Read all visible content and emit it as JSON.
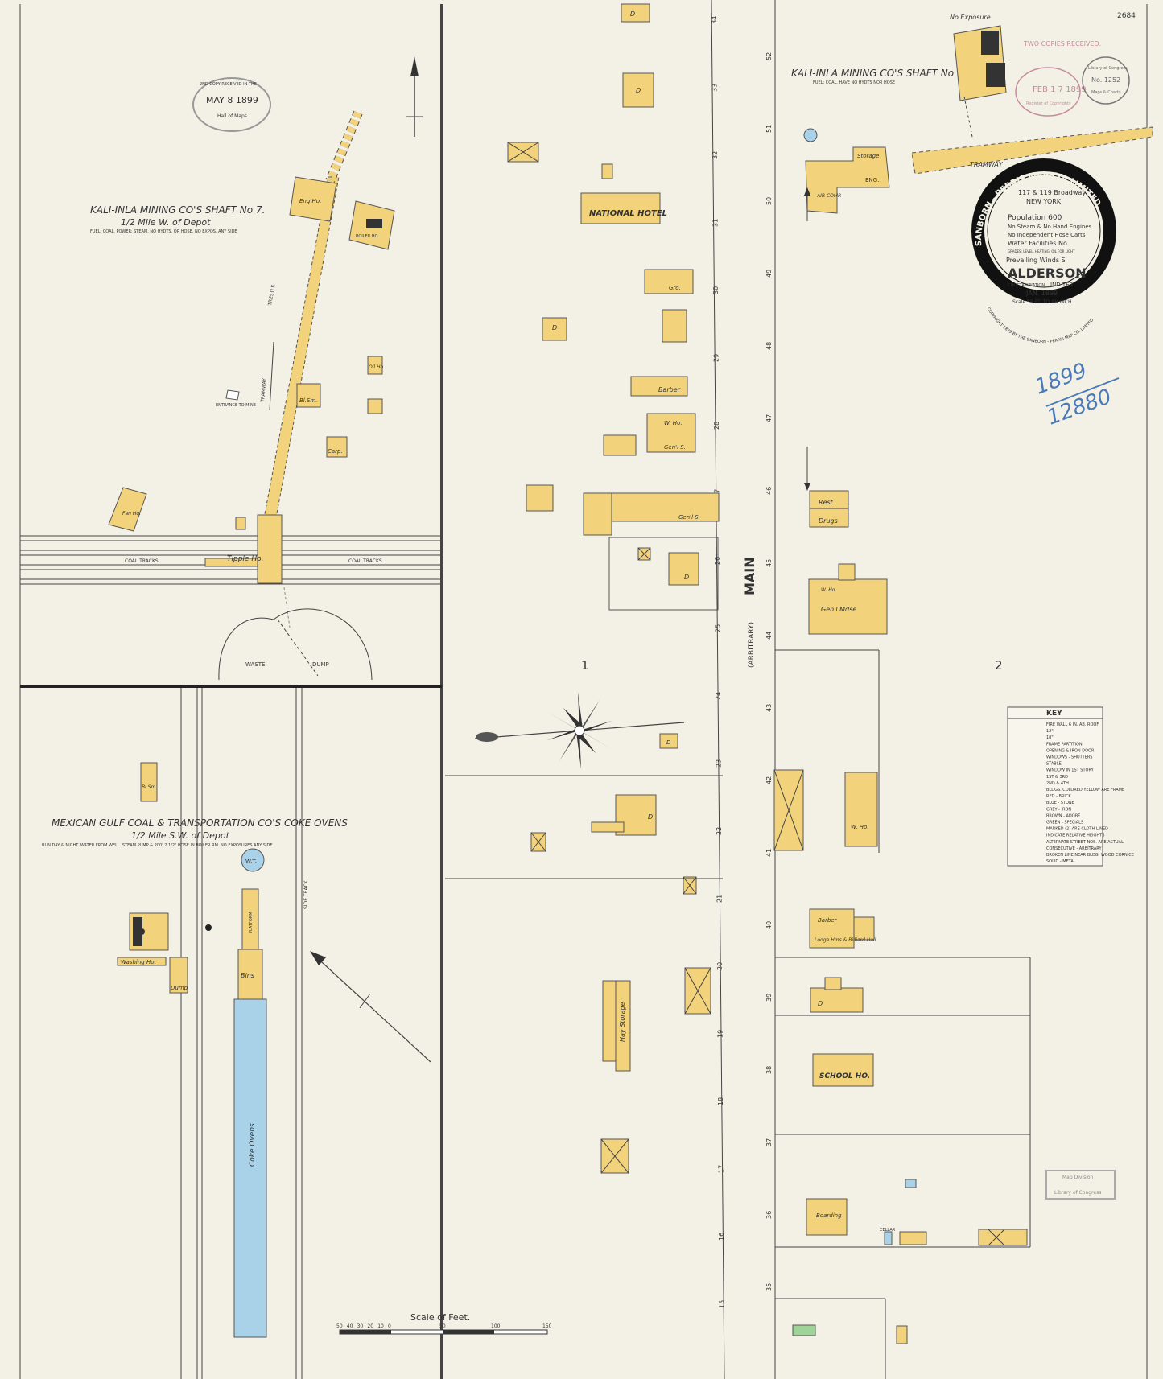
{
  "sheet": {
    "page_number": "2684",
    "section_1": "1",
    "section_2": "2"
  },
  "stamps": {
    "copyright_office_line1": "2ND COPY RECEIVED IN THE",
    "copyright_office_date": "MAY 8 1899",
    "copyright_office_line2": "Hall of Maps",
    "two_copies": "TWO COPIES RECEIVED.",
    "library_feb": "FEB 1 7 1899",
    "library_register": "Register of Copyrights",
    "library_congress": "Library of Congress",
    "library_no": "No. 1252",
    "library_maps": "Maps & Charts",
    "map_division": "Map Division",
    "library_of_congress_bottom": "Library of Congress",
    "handwritten_year": "1899",
    "handwritten_num": "12880"
  },
  "title_seal": {
    "company_arc": "SANBORN - PERRIS MAP CO. LIMITED",
    "address": "117 & 119 Broadway",
    "city": "NEW YORK",
    "population": "Population 600",
    "steam": "No Steam & No Hand Engines",
    "hose": "No Independent Hose Carts",
    "water": "Water Facilities No",
    "grades": "GRADES: LEVEL. HEATING: OIL FOR LIGHT",
    "winds": "Prevailing Winds S",
    "town": "ALDERSON",
    "county": "CHOCTAW NATION",
    "territory": "IND TER.",
    "date": "JAN. 1899",
    "scale": "Scale 50 FT. TO AN INCH",
    "copyright": "COPYRIGHT 1899 BY THE SANBORN - PERRIS MAP CO. LIMITED"
  },
  "insets": {
    "shaft7": {
      "title": "KALI-INLA MINING CO'S SHAFT No 7.",
      "subtitle": "1/2 Mile W. of Depot",
      "notes": "FUEL: COAL. POWER: STEAM. NO HYDTS. OR HOSE. NO EXPOS. ANY SIDE",
      "coal_tracks_left": "COAL TRACKS",
      "coal_tracks_right": "COAL TRACKS",
      "tipple": "Tipple Ho.",
      "waste": "WASTE",
      "dump": "DUMP",
      "tramway": "TRAMWAY",
      "trestle": "TRESTLE",
      "eng_ho": "Eng Ho.",
      "boiler": "BOILER HO.",
      "bl_sm": "Bl.Sm.",
      "carp": "Carp.",
      "oil_ho": "Oil Ho.",
      "fan_ho": "Fan Ho.",
      "entrance": "ENTRANCE TO MINE"
    },
    "coke": {
      "title": "MEXICAN GULF COAL & TRANSPORTATION CO'S COKE OVENS",
      "subtitle": "1/2 Mile S.W. of Depot",
      "notes": "RUN DAY & NIGHT. WATER FROM WELL. STEAM PUMP & 200' 2 1/2\" HOSE IN BOILER RM. NO EXPOSURES ANY SIDE",
      "coke_ovens": "Coke Ovens",
      "washing": "Washing Ho.",
      "dump": "Dump",
      "bins": "Bins",
      "bl_sm": "Bl.Sm.",
      "wt": "W.T.",
      "platform": "PLATFORM",
      "side_track": "SIDE TRACK"
    },
    "shaft1": {
      "title": "KALI-INLA MINING CO'S SHAFT No 1.",
      "notes": "FUEL: COAL. HAVE NO HYDTS NOR HOSE",
      "no_exposure": "No Exposure",
      "storage": "Storage",
      "eng": "ENG.",
      "air_comp": "AIR COMP.",
      "tramway": "TRAMWAY"
    }
  },
  "street": {
    "name": "MAIN",
    "arbitrary": "(ARBITRARY)"
  },
  "buildings": {
    "national_hotel": "NATIONAL HOTEL",
    "gro": "Gro.",
    "barber": "Barber",
    "w_ho": "W. Ho.",
    "genl_s": "Gen'l S.",
    "genl_s2": "Gen'l S.",
    "rest": "Rest.",
    "drugs": "Drugs",
    "genl_mdse": "Gen'l Mdse",
    "w_ho_right": "W. Ho.",
    "barber2": "Barber",
    "lodge": "Lodge Hms & Billiard Hall",
    "school": "SCHOOL HO.",
    "hay": "Hay Storage",
    "boarding": "Boarding",
    "cellar": "CELLAR",
    "dwelling": "D"
  },
  "key": {
    "title": "KEY",
    "rows": [
      "FIRE WALL 6 IN. AB. ROOF",
      "12\"",
      "18\"",
      "FRAME PARTITION",
      "OPENING & IRON DOOR",
      "WINDOWS - SHUTTERS",
      "STABLE",
      "WINDOW IN 1ST STORY",
      "1ST & 3RD",
      "2ND & 4TH",
      "BLDGS. COLORED YELLOW ARE FRAME",
      "RED - BRICK",
      "BLUE - STONE",
      "GREY - IRON",
      "BROWN - ADOBE",
      "GREEN - SPECIALS",
      "MARKED (2) ARE CLOTH LINED",
      "INDICATE RELATIVE HEIGHTS",
      "ALTERNATE STREET NOS. ARE ACTUAL",
      "CONSECUTIVE - ARBITRARY",
      "BROKEN LINE NEAR BLDG. WOOD CORNICE",
      "SOLID - METAL"
    ]
  },
  "scale_bar": {
    "title": "Scale of Feet.",
    "ticks": [
      "50",
      "40",
      "30",
      "20",
      "10",
      "0",
      "50",
      "100",
      "150"
    ]
  },
  "street_numbers_left": [
    "34",
    "33",
    "32",
    "31",
    "30",
    "29",
    "28",
    "27",
    "26",
    "25",
    "24",
    "23",
    "22",
    "21",
    "20",
    "19",
    "18",
    "17",
    "16",
    "15"
  ],
  "street_numbers_right": [
    "52",
    "51",
    "50",
    "49",
    "48",
    "47",
    "46",
    "45",
    "44",
    "43",
    "42",
    "41",
    "40",
    "39",
    "38",
    "37",
    "36",
    "35"
  ],
  "colors": {
    "frame": "#f2d27a",
    "stone": "#a9d2e8",
    "special": "#9fd39a",
    "paper": "#f3f1e6",
    "ink": "#333333"
  }
}
